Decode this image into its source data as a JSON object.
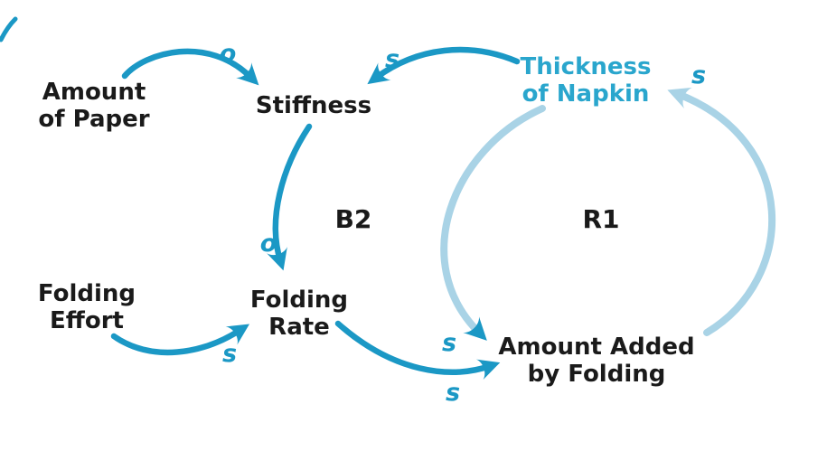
{
  "diagram": {
    "nodes": {
      "amount_of_paper": {
        "line1": "Amount",
        "line2": "of Paper"
      },
      "stiffness": {
        "label": "Stiffness"
      },
      "thickness_of_napkin": {
        "line1": "Thickness",
        "line2": "of Napkin"
      },
      "folding_effort": {
        "line1": "Folding",
        "line2": "Effort"
      },
      "folding_rate": {
        "line1": "Folding",
        "line2": "Rate"
      },
      "amount_added_by_folding": {
        "line1": "Amount Added",
        "line2": "by Folding"
      }
    },
    "loop_labels": {
      "b2": "B2",
      "r1": "R1"
    },
    "link_labels": {
      "paper_to_stiffness": "o",
      "thickness_to_stiffness": "s",
      "stiffness_to_folding_rate": "o",
      "effort_to_folding_rate": "s",
      "thickness_to_amount_added": "s",
      "folding_rate_to_amount_added": "s",
      "amount_added_to_thickness": "s"
    },
    "colors": {
      "arrow": "#1b98c5",
      "light_arc": "#a9d3e6",
      "text": "#1a1a1a",
      "teal_text": "#2aa6cd"
    }
  }
}
